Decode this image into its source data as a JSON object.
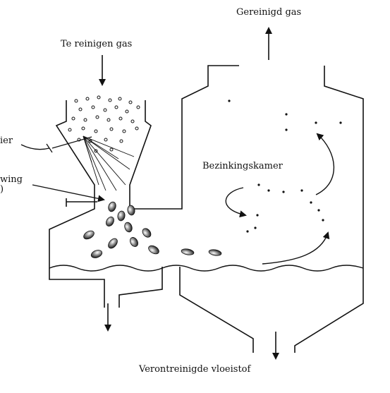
{
  "labels": {
    "inlet_gas": "Te reinigen gas",
    "clean_gas": "Gereinigd gas",
    "settling_chamber": "Bezinkingskamer",
    "contaminated_liquid": "Verontreinigde vloeistof",
    "left_label_1": "ier",
    "left_label_2": "wing",
    "left_label_3": ")"
  }
}
